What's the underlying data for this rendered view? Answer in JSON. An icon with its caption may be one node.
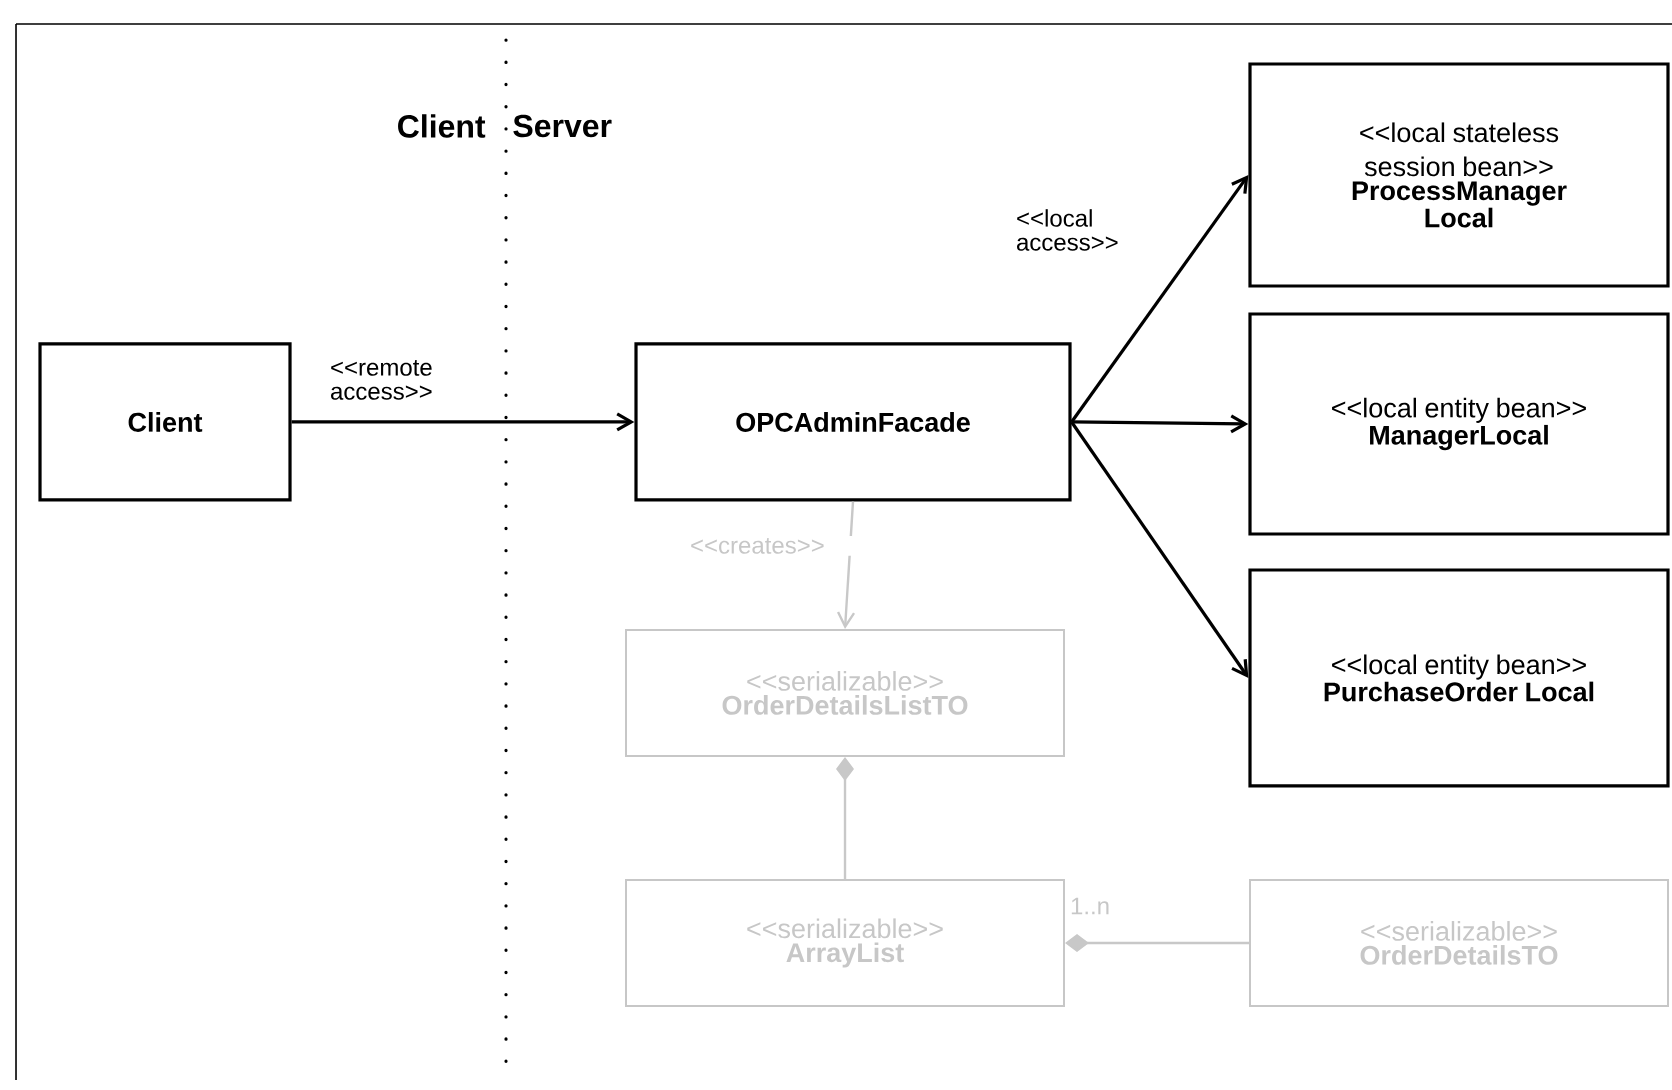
{
  "diagram": {
    "nodes": [
      {
        "text": [
          "Client"
        ]
      },
      {
        "text": [
          "OPCAdminFacade"
        ]
      },
      {
        "text": [
          "<<local stateless session bean>>",
          "ProcessManager Local"
        ]
      },
      {
        "text": [
          "<<local entity bean>>",
          "ManagerLocal"
        ]
      },
      {
        "text": [
          "<<local entity bean>>",
          "PurchaseOrder Local"
        ]
      },
      {
        "text": [
          "<<serializable>>",
          "OrderDetailsListTO"
        ]
      },
      {
        "text": [
          "<<serializable>>",
          "ArrayList"
        ]
      },
      {
        "text": [
          "<<serializable>>",
          "OrderDetailsTO"
        ]
      }
    ],
    "edges": [
      {
        "from": 0,
        "to": 1,
        "arrow": "to",
        "label": "<<remote access>>"
      },
      {
        "from": 1,
        "to": 2,
        "arrow": "to",
        "label": "<<local access>>"
      },
      {
        "from": 1,
        "to": 3,
        "arrow": "to"
      },
      {
        "from": 1,
        "to": 4,
        "arrow": "to"
      },
      {
        "from": 1,
        "to": 5,
        "arrow": "to",
        "label": "<<creates>>",
        "color": "#c8c8c8"
      },
      {
        "from": 6,
        "to": 5,
        "arrow": "other",
        "color": "#c8c8c8"
      },
      {
        "from": 7,
        "to": 6,
        "arrow": "other",
        "label": "1..n",
        "color": "#c8c8c8"
      }
    ],
    "labels": [
      "Client",
      "Server"
    ]
  }
}
